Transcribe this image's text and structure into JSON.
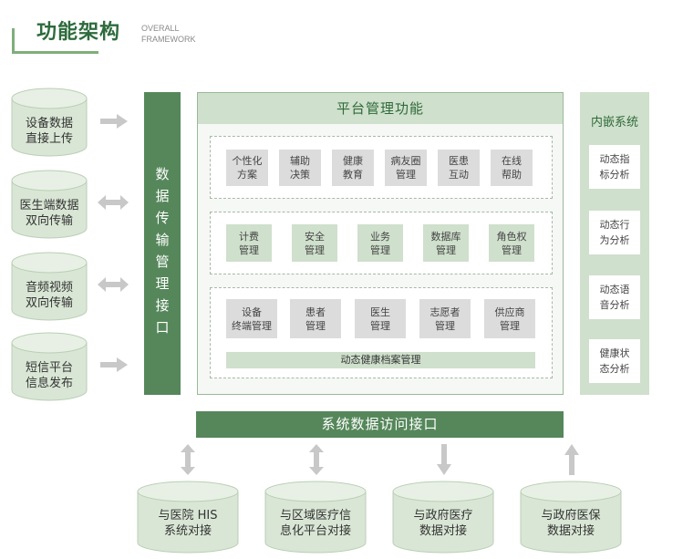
{
  "header": {
    "title": "功能架构",
    "subtitle_line1": "OVERALL",
    "subtitle_line2": "FRAMEWORK"
  },
  "left_sources": [
    {
      "line1": "设备数据",
      "line2": "直接上传",
      "arrow": "right"
    },
    {
      "line1": "医生端数据",
      "line2": "双向传输",
      "arrow": "both"
    },
    {
      "line1": "音频视频",
      "line2": "双向传输",
      "arrow": "both"
    },
    {
      "line1": "短信平台",
      "line2": "信息发布",
      "arrow": "right"
    }
  ],
  "transfer_bar": {
    "chars": [
      "数",
      "据",
      "传",
      "输",
      "管",
      "理",
      "接",
      "口"
    ]
  },
  "platform": {
    "title": "平台管理功能",
    "group1": [
      {
        "line1": "个性化",
        "line2": "方案"
      },
      {
        "line1": "辅助",
        "line2": "决策"
      },
      {
        "line1": "健康",
        "line2": "教育"
      },
      {
        "line1": "病友圈",
        "line2": "管理"
      },
      {
        "line1": "医患",
        "line2": "互动"
      },
      {
        "line1": "在线",
        "line2": "帮助"
      }
    ],
    "group2": [
      {
        "line1": "计费",
        "line2": "管理"
      },
      {
        "line1": "安全",
        "line2": "管理"
      },
      {
        "line1": "业务",
        "line2": "管理"
      },
      {
        "line1": "数据库",
        "line2": "管理"
      },
      {
        "line1": "角色权",
        "line2": "管理"
      }
    ],
    "group3": [
      {
        "line1": "设备",
        "line2": "终端管理"
      },
      {
        "line1": "患者",
        "line2": "管理"
      },
      {
        "line1": "医生",
        "line2": "管理"
      },
      {
        "line1": "志愿者",
        "line2": "管理"
      },
      {
        "line1": "供应商",
        "line2": "管理"
      }
    ],
    "group3_bar": "动态健康档案管理"
  },
  "embedded": {
    "title": "内嵌系统",
    "items": [
      {
        "line1": "动态指",
        "line2": "标分析"
      },
      {
        "line1": "动态行",
        "line2": "为分析"
      },
      {
        "line1": "动态语",
        "line2": "音分析"
      },
      {
        "line1": "健康状",
        "line2": "态分析"
      }
    ]
  },
  "access_bar": {
    "label": "系统数据访问接口"
  },
  "bottom_targets": [
    {
      "line1": "与医院 HIS",
      "line2": "系统对接",
      "arrow": "both"
    },
    {
      "line1": "与区域医疗信",
      "line2": "息化平台对接",
      "arrow": "both"
    },
    {
      "line1": "与政府医疗",
      "line2": "数据对接",
      "arrow": "down"
    },
    {
      "line1": "与政府医保",
      "line2": "数据对接",
      "arrow": "up"
    }
  ],
  "colors": {
    "dark_green": "#55875a",
    "light_green": "#cfe0cc",
    "gray_box": "#dcdcdc",
    "cylinder": "#d9e6d5",
    "arrow_gray": "#c8c8c8"
  }
}
